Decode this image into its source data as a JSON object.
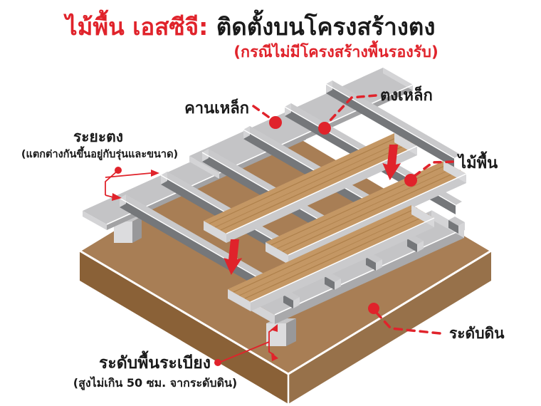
{
  "title": {
    "brand_segment": "ไม้พื้น เอสซีจี:",
    "topic_segment": " ติดตั้งบนโครงสร้างตง",
    "subtitle": "(กรณีไม่มีโครงสร้างพื้นรองรับ)"
  },
  "callouts": {
    "steel_beam": {
      "label": "คานเหล็ก"
    },
    "steel_joist": {
      "label": "ตงเหล็ก"
    },
    "floor_plank": {
      "label": "ไม้พื้น"
    },
    "ground_level": {
      "label": "ระดับดิน"
    },
    "joist_spacing": {
      "label": "ระยะตง",
      "note": "(แตกต่างกันขึ้นอยู่กับรุ่นและขนาด)"
    },
    "terrace_floor_level": {
      "label": "ระดับพื้นระเบียง",
      "note": "(สูงไม่เกิน 50 ซม. จากระดับดิน)"
    }
  },
  "colors": {
    "accent_red": "#E0232B",
    "text_black": "#1A1A1A",
    "ground_top": "#A87E55",
    "ground_side_left": "#8A6137",
    "ground_side_right": "#97714A",
    "steel_top": "#C4C4C6",
    "steel_side": "#75777A",
    "steel_end_cap": "#D4D4D6",
    "wood_top": "#C49764",
    "wood_grain": "#AC7E48",
    "plank_side": "#CACACC",
    "post_front": "#DCDCDE"
  },
  "icons": {
    "marker_dot": "red filled circle marker",
    "down_arrow": "thick red arrow pointing down",
    "leader_line": "red dashed leader line",
    "measure_arrow": "thin red measurement arrow"
  }
}
